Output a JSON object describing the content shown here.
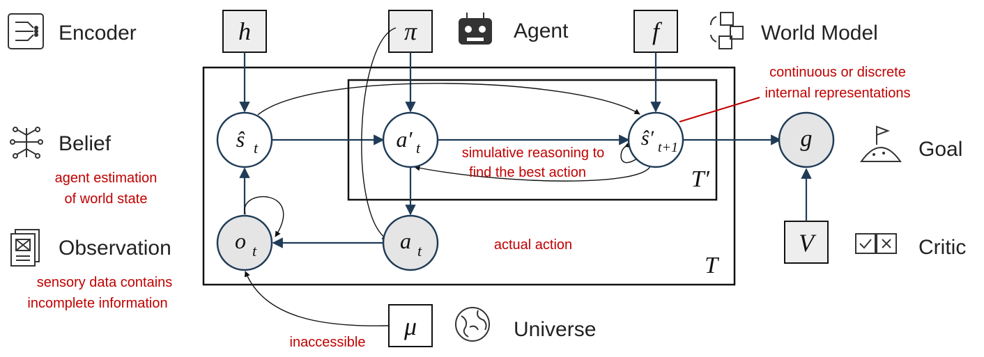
{
  "labels": {
    "encoder": "Encoder",
    "belief": "Belief",
    "observation": "Observation",
    "agent": "Agent",
    "world_model": "World Model",
    "goal": "Goal",
    "critic": "Critic",
    "universe": "Universe"
  },
  "annotations": {
    "belief_1": "agent estimation",
    "belief_2": "of world state",
    "observation_1": "sensory data contains",
    "observation_2": "incomplete information",
    "representation_1": "continuous or discrete",
    "representation_2": "internal representations",
    "reasoning_1": "simulative reasoning to",
    "reasoning_2": "find the best action",
    "actual_action": "actual action",
    "inaccessible": "inaccessible"
  },
  "params": {
    "h": "h",
    "pi": "π",
    "f": "f",
    "V": "V",
    "mu": "μ"
  },
  "nodes": {
    "s_hat": {
      "main": "ŝ",
      "sub": "t"
    },
    "a_prime": {
      "main": "a′",
      "sub": "t"
    },
    "s_hat_prime": {
      "main": "ŝ′",
      "sub": "t+1"
    },
    "g": {
      "main": "g"
    },
    "o": {
      "main": "o",
      "sub": "t"
    },
    "a": {
      "main": "a",
      "sub": "t"
    }
  },
  "plates": {
    "outer": "T",
    "inner": "T′"
  },
  "icons": {
    "encoder": "circuit-board-icon",
    "belief": "neural-tree-icon",
    "observation": "document-stack-icon",
    "agent": "robot-icon",
    "world_model": "cubes-icon",
    "goal": "flag-hill-icon",
    "critic": "check-boxes-icon",
    "universe": "globe-icon"
  }
}
